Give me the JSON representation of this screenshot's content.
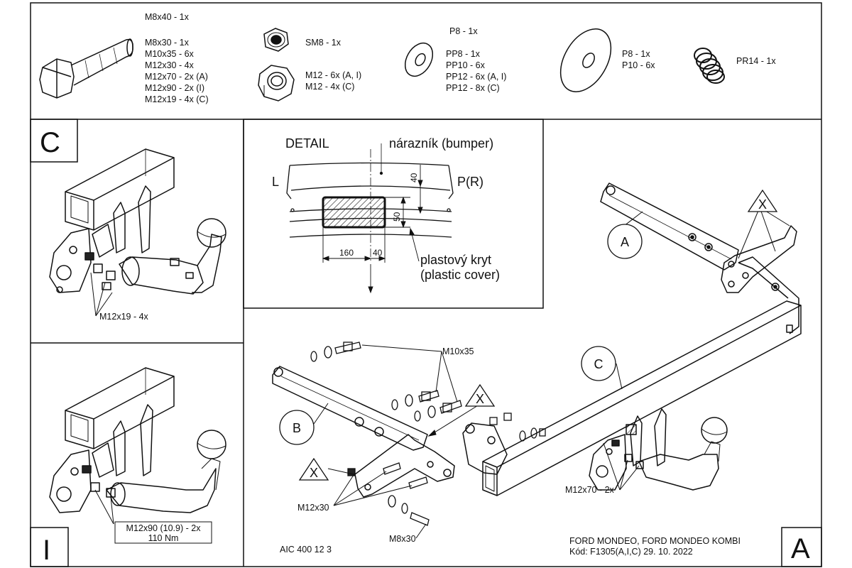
{
  "parts_list": {
    "bolts": [
      "M8x40 - 1x",
      "M8x30 - 1x",
      "M10x35 - 6x",
      "M12x30 - 4x",
      "M12x70 - 2x (A)",
      "M12x90 - 2x (I)",
      "M12x19 - 4x (C)"
    ],
    "sm_nut": "SM8 - 1x",
    "m12_nuts": [
      "M12 - 6x (A, I)",
      "M12 - 4x (C)"
    ],
    "p8_top": "P8 - 1x",
    "pp_washers": [
      "PP8 - 1x",
      "PP10 - 6x",
      "PP12 - 6x (A, I)",
      "PP12 - 8x (C)"
    ],
    "p_washers": [
      "P8 - 1x",
      "P10 - 6x"
    ],
    "spring": "PR14 - 1x"
  },
  "panel_c": {
    "letter": "C",
    "callout": "M12x19 - 4x"
  },
  "panel_i": {
    "letter": "I",
    "callout_line1": "M12x90 (10.9) - 2x",
    "callout_line2": "110 Nm"
  },
  "detail": {
    "title": "DETAIL",
    "bumper": "nárazník (bumper)",
    "left": "L",
    "right": "P(R)",
    "dim_40_vert": "40",
    "dim_50": "50",
    "dim_160": "160",
    "dim_40_horiz": "40",
    "cover_line1": "plastový kryt",
    "cover_line2": "(plastic cover)"
  },
  "main": {
    "label_a": "A",
    "label_b": "B",
    "label_c": "C",
    "x_mark": "X",
    "m10x35": "M10x35",
    "m12x30": "M12x30",
    "m8x30": "M8x30",
    "m12x70": "M12x70 - 2x",
    "code": "AIC 400 12 3",
    "vehicle": "FORD MONDEO, FORD MONDEO KOMBI",
    "kod": "Kód: F1305(A,I,C)   29. 10. 2022",
    "corner_letter": "A"
  }
}
